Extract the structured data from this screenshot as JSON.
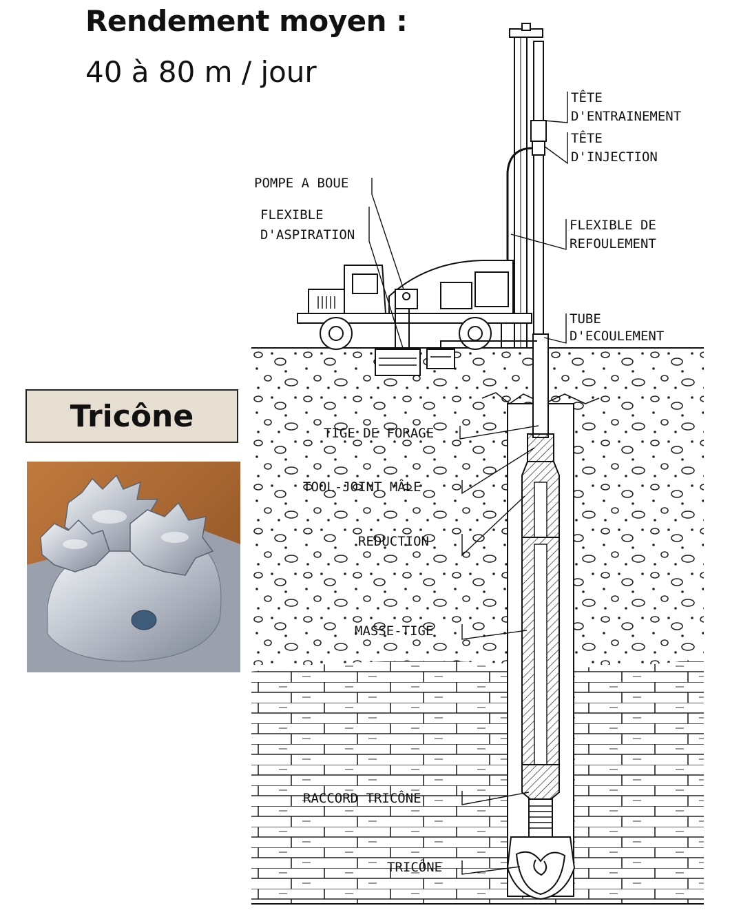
{
  "header": {
    "title": "Rendement moyen :",
    "rate": "40 à 80 m / jour"
  },
  "tool_panel": {
    "name": "Tricône",
    "photo": "tricone-bit-photo"
  },
  "diagram": {
    "labels": {
      "tete_entrainement": [
        "TÊTE",
        "D'ENTRAINEMENT"
      ],
      "tete_injection": [
        "TÊTE",
        "D'INJECTION"
      ],
      "pompe_boue": "POMPE A BOUE",
      "flexible_aspiration": [
        "FLEXIBLE",
        "D'ASPIRATION"
      ],
      "flexible_refoulement": [
        "FLEXIBLE DE",
        "REFOULEMENT"
      ],
      "tube_ecoulement": [
        "TUBE",
        "D'ECOULEMENT"
      ],
      "tige_forage": "TIGE DE FORAGE",
      "tool_joint_male": "TOOL-JOINT MÂLE",
      "reduction": "REDUCTION",
      "masse_tige": "MASSE-TIGE",
      "raccord_tricone": "RACCORD TRICÔNE",
      "tricone": "TRICÔNE"
    }
  }
}
